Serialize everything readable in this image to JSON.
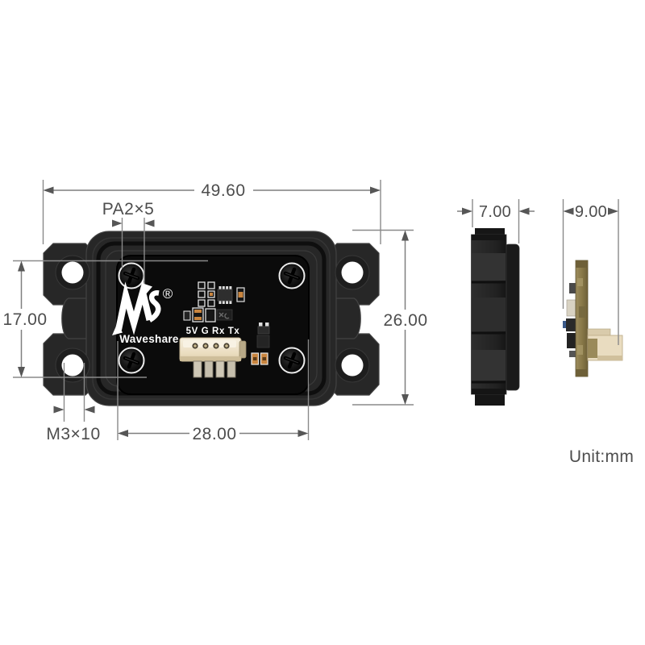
{
  "drawing": {
    "type": "mechanical-dimension-diagram",
    "unit_label": "Unit:mm",
    "dimensions": {
      "overall_width": "49.60",
      "screw_spec_top": "PA2×5",
      "hole_edge_spacing_left": "17.00",
      "overall_height": "26.00",
      "screw_spec_bottom": "M3×10",
      "pcb_width": "28.00",
      "case_thickness": "7.00",
      "pcb_assembly_thickness": "9.00"
    },
    "module": {
      "brand": "Waveshare",
      "registered_mark": "®",
      "pin_labels": "5V G Rx Tx"
    },
    "colors": {
      "background": "#ffffff",
      "case_dark": "#262626",
      "pcb_window": "#0b0b0b",
      "dimension_line": "#7f7f7f",
      "dimension_text": "#4d4d4d",
      "silkscreen": "#ffffff",
      "connector_body": "#f0e8d6",
      "pcb_side_profile": "#8d7d50",
      "smd_orange": "#c9853f"
    }
  }
}
